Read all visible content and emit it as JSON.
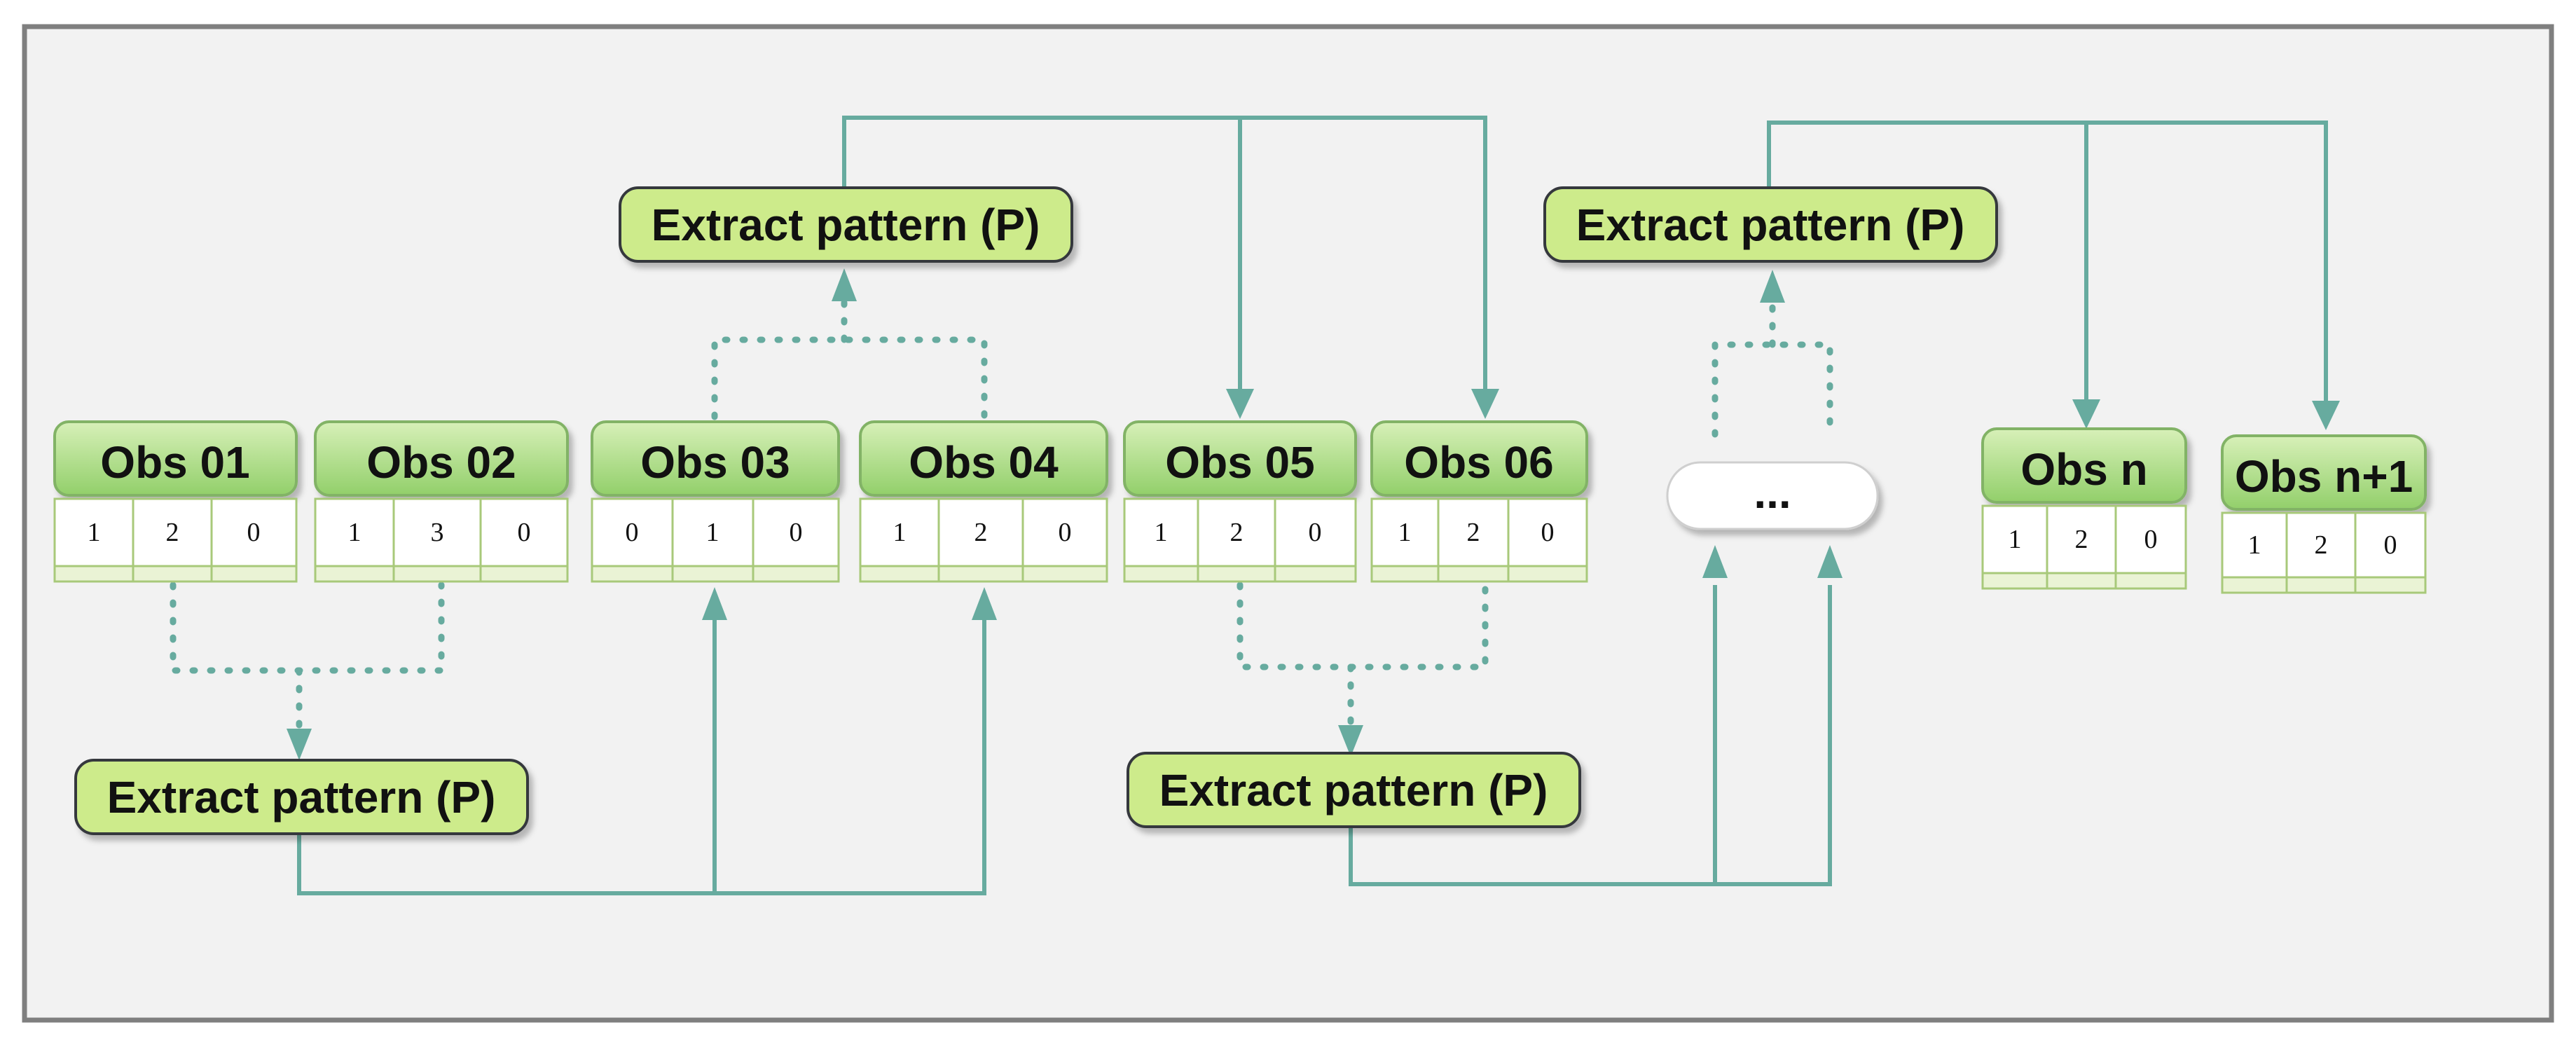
{
  "obs": [
    {
      "label": "Obs 01",
      "cells": [
        "1",
        "2",
        "0"
      ]
    },
    {
      "label": "Obs 02",
      "cells": [
        "1",
        "3",
        "0"
      ]
    },
    {
      "label": "Obs 03",
      "cells": [
        "0",
        "1",
        "0"
      ]
    },
    {
      "label": "Obs 04",
      "cells": [
        "1",
        "2",
        "0"
      ]
    },
    {
      "label": "Obs 05",
      "cells": [
        "1",
        "2",
        "0"
      ]
    },
    {
      "label": "Obs 06",
      "cells": [
        "1",
        "2",
        "0"
      ]
    },
    {
      "label": "Obs n",
      "cells": [
        "1",
        "2",
        "0"
      ]
    },
    {
      "label": "Obs n+1",
      "cells": [
        "1",
        "2",
        "0"
      ]
    }
  ],
  "extract": [
    {
      "label": "Extract pattern (P)"
    },
    {
      "label": "Extract pattern (P)"
    },
    {
      "label": "Extract pattern (P)"
    },
    {
      "label": "Extract pattern (P)"
    }
  ],
  "ellipsis": {
    "label": "..."
  },
  "colors": {
    "connector": "#67ab9f",
    "obs_header": "#a9db7e",
    "extract_fill": "#cdeb8b",
    "frame": "#f2f2f2"
  }
}
